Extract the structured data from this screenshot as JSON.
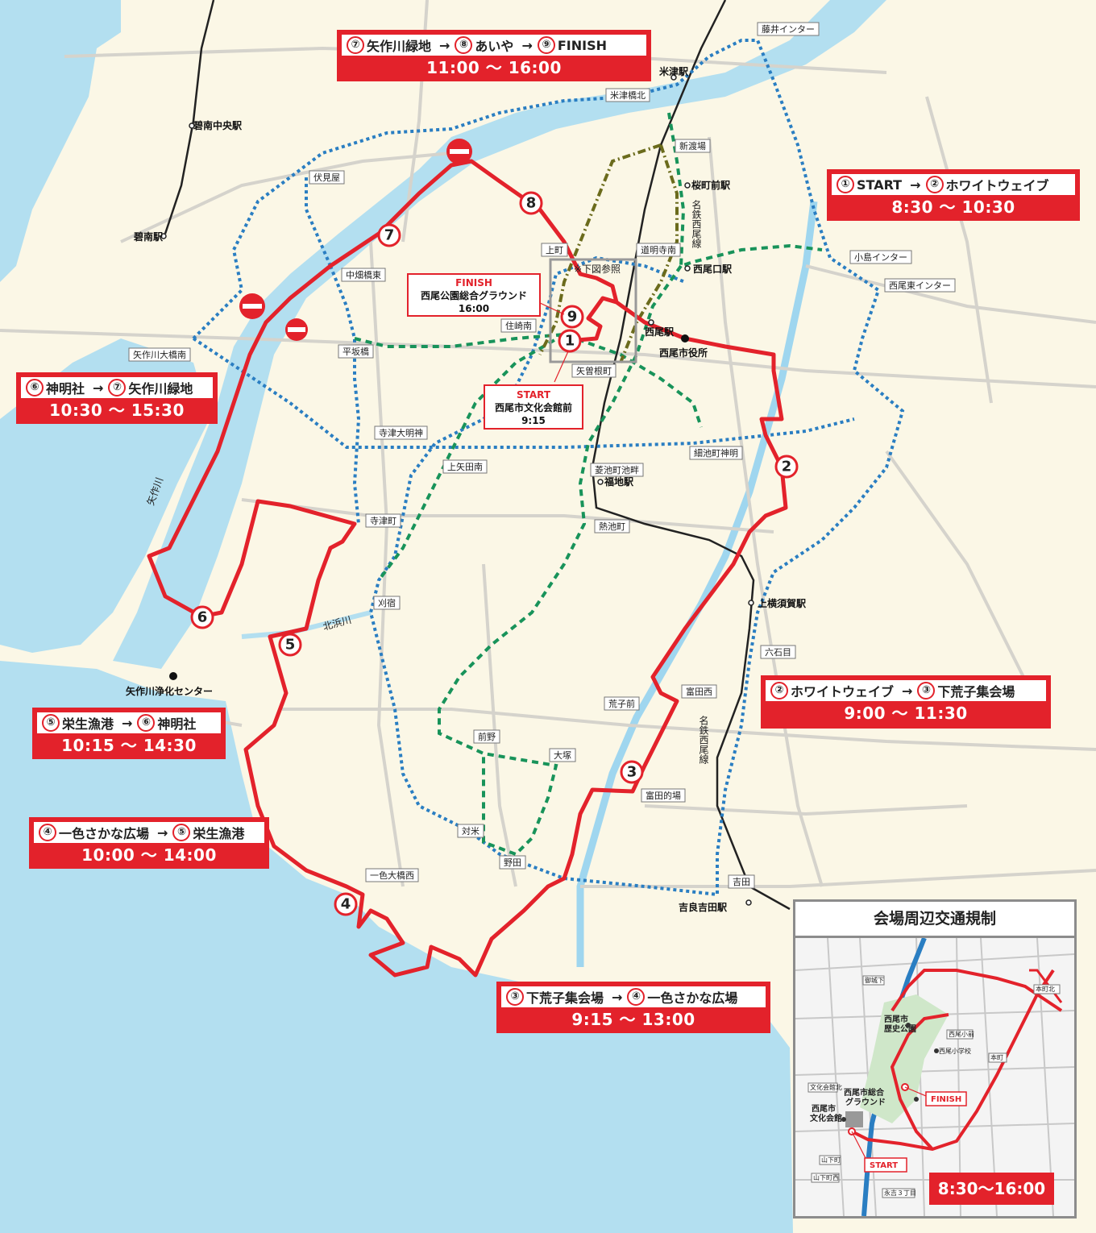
{
  "colors": {
    "route": "#e3222b",
    "sea": "#b3dff0",
    "land": "#fbf7e6",
    "blue_dotted": "#2a7ec2",
    "green_dashed": "#18935a",
    "olive_dashdot": "#6b6b1c"
  },
  "segments": [
    {
      "from_no": "⑦",
      "from": "矢作川緑地",
      "mid_no": "⑧",
      "mid": "あいや",
      "to_no": "⑨",
      "to": "FINISH",
      "arrow": "→",
      "time": "11:00 ～ 16:00"
    },
    {
      "from_no": "①",
      "from": "START",
      "to_no": "②",
      "to": "ホワイトウェイブ",
      "arrow": "→",
      "time": "8:30 ～ 10:30"
    },
    {
      "from_no": "⑥",
      "from": "神明社",
      "to_no": "⑦",
      "to": "矢作川緑地",
      "arrow": "→",
      "time": "10:30 ～ 15:30"
    },
    {
      "from_no": "②",
      "from": "ホワイトウェイブ",
      "to_no": "③",
      "to": "下荒子集会場",
      "arrow": "→",
      "time": "9:00 ～ 11:30"
    },
    {
      "from_no": "⑤",
      "from": "栄生漁港",
      "to_no": "⑥",
      "to": "神明社",
      "arrow": "→",
      "time": "10:15 ～ 14:30"
    },
    {
      "from_no": "④",
      "from": "一色さかな広場",
      "to_no": "⑤",
      "to": "栄生漁港",
      "arrow": "→",
      "time": "10:00 ～ 14:00"
    },
    {
      "from_no": "③",
      "from": "下荒子集会場",
      "to_no": "④",
      "to": "一色さかな広場",
      "arrow": "→",
      "time": "9:15 ～ 13:00"
    }
  ],
  "finish": {
    "title": "FINISH",
    "place": "西尾公園総合グラウンド",
    "time": "16:00"
  },
  "start": {
    "title": "START",
    "place": "西尾市文化会館前",
    "time": "9:15"
  },
  "see_below": "※下図参照",
  "markers": [
    "1",
    "2",
    "3",
    "4",
    "5",
    "6",
    "7",
    "8",
    "9"
  ],
  "stations": [
    "米津駅",
    "碧南中央駅",
    "碧南駅",
    "桜町前駅",
    "西尾口駅",
    "西尾駅",
    "福地駅",
    "上横須賀駅",
    "吉良吉田駅"
  ],
  "railway_labels": [
    "名鉄西尾線",
    "名鉄西尾線"
  ],
  "places": [
    "西尾市役所",
    "矢作川浄化センター"
  ],
  "rivers": [
    "矢作川",
    "北浜川"
  ],
  "boxed_labels": [
    "藤井インター",
    "米津橋北",
    "新渡場",
    "伏見屋",
    "中畑橋東",
    "上町",
    "道明寺南",
    "小島インター",
    "西尾東インター",
    "住崎南",
    "平坂橋",
    "矢作川大橋南",
    "矢曽根町",
    "寺津大明神",
    "上矢田南",
    "菱池町池畔",
    "細池町神明",
    "寺津町",
    "熱池町",
    "刈宿",
    "六石目",
    "荒子前",
    "富田西",
    "前野",
    "大塚",
    "富田的場",
    "対米",
    "野田",
    "一色大橋西",
    "吉田"
  ],
  "inset": {
    "title": "会場周辺交通規制",
    "time": "8:30～16:00",
    "labels": [
      "御城下",
      "本町北",
      "西尾市",
      "歴史公園",
      "西尾小前",
      "西尾小学校",
      "本町",
      "文化会館北",
      "西尾市総合",
      "グラウンド",
      "西尾市",
      "文化会館",
      "FINISH",
      "START",
      "山下町",
      "山下町西",
      "永吉３丁目"
    ]
  }
}
